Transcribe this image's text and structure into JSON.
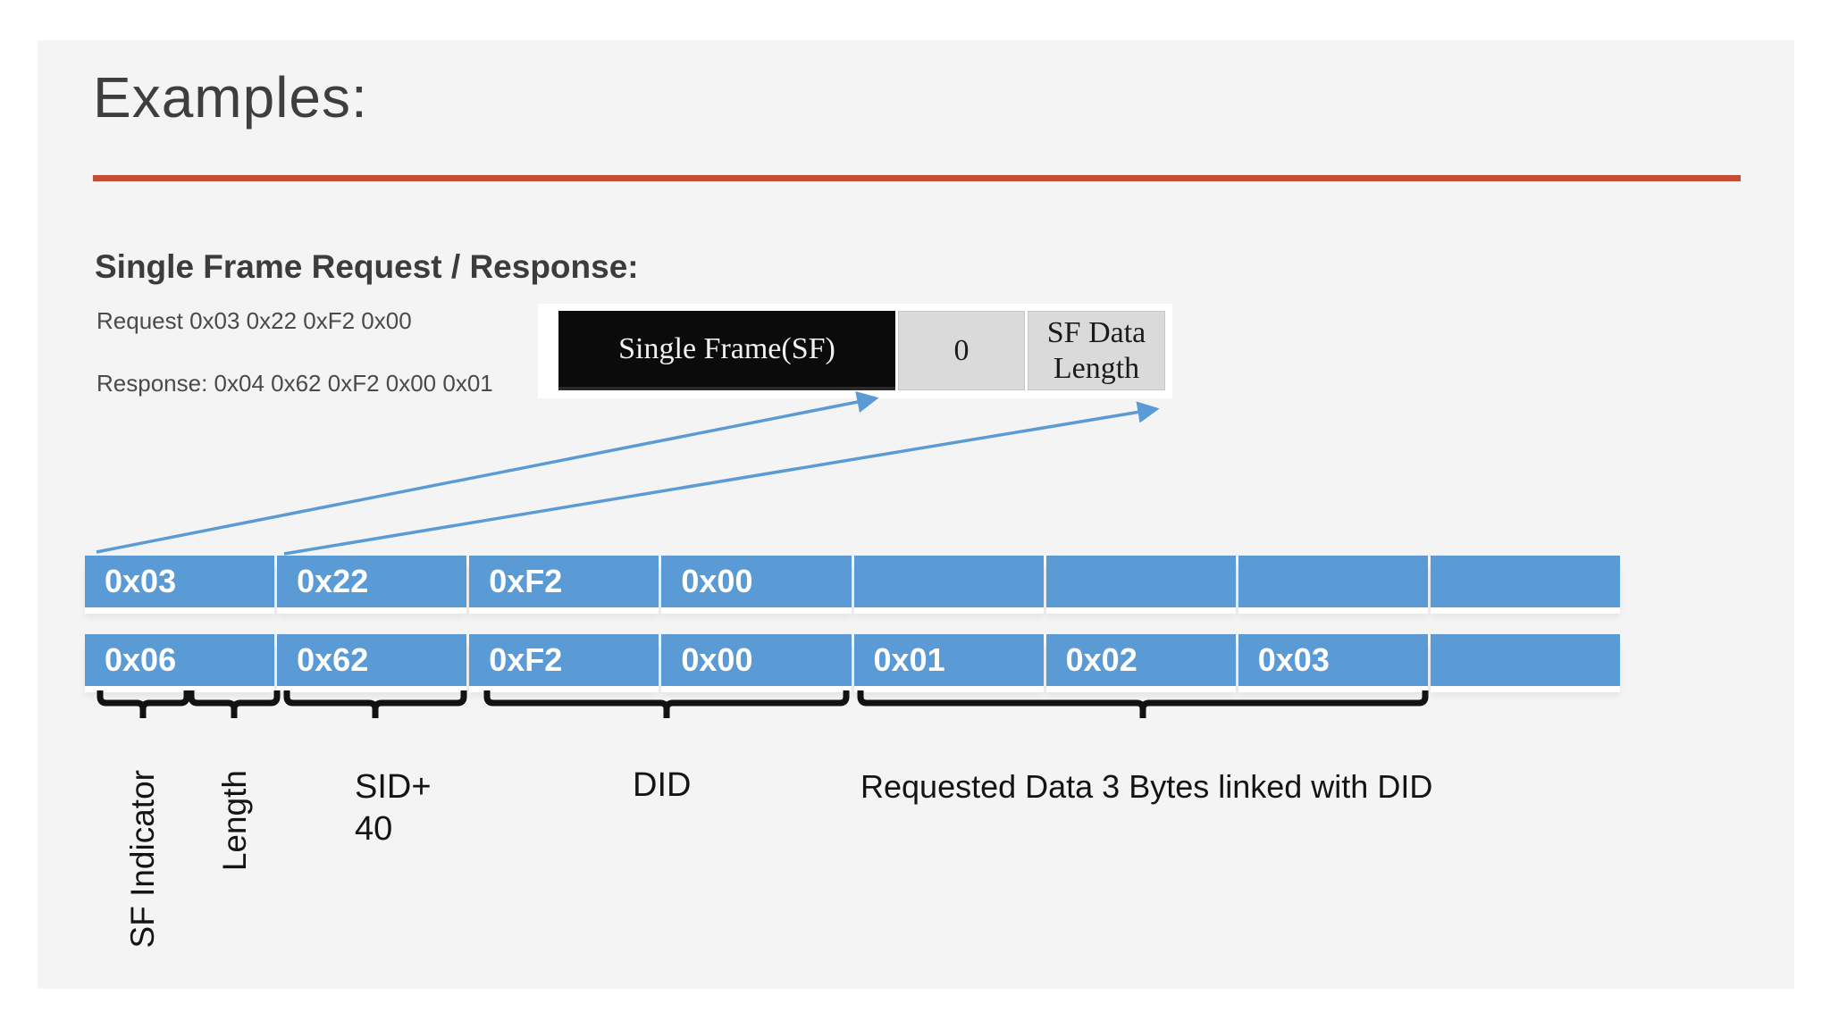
{
  "colors": {
    "accent-orange": "#C64D35",
    "byte-blue": "#5B9BD5",
    "slide-bg": "#F4F4F5",
    "table-gray": "#DADADA",
    "table-black": "#0B0B0B"
  },
  "slide": {
    "title": "Examples:",
    "section_heading": "Single Frame Request / Response:",
    "request_line": "Request 0x03 0x22 0xF2 0x00",
    "response_line": "Response: 0x04 0x62 0xF2 0x00 0x01"
  },
  "frame_table": {
    "single_frame": "Single Frame(SF)",
    "zero": "0",
    "sf_data_length": "SF Data Length"
  },
  "byte_rows": {
    "request": [
      "0x03",
      "0x22",
      "0xF2",
      "0x00",
      "",
      "",
      "",
      ""
    ],
    "response": [
      "0x06",
      "0x62",
      "0xF2",
      "0x00",
      "0x01",
      "0x02",
      "0x03",
      ""
    ]
  },
  "annotations": {
    "sf_indicator": "SF Indicator",
    "length": "Length",
    "sid_line1": "SID+",
    "sid_line2": "40",
    "did": "DID",
    "requested_data": "Requested Data 3 Bytes linked with DID"
  }
}
